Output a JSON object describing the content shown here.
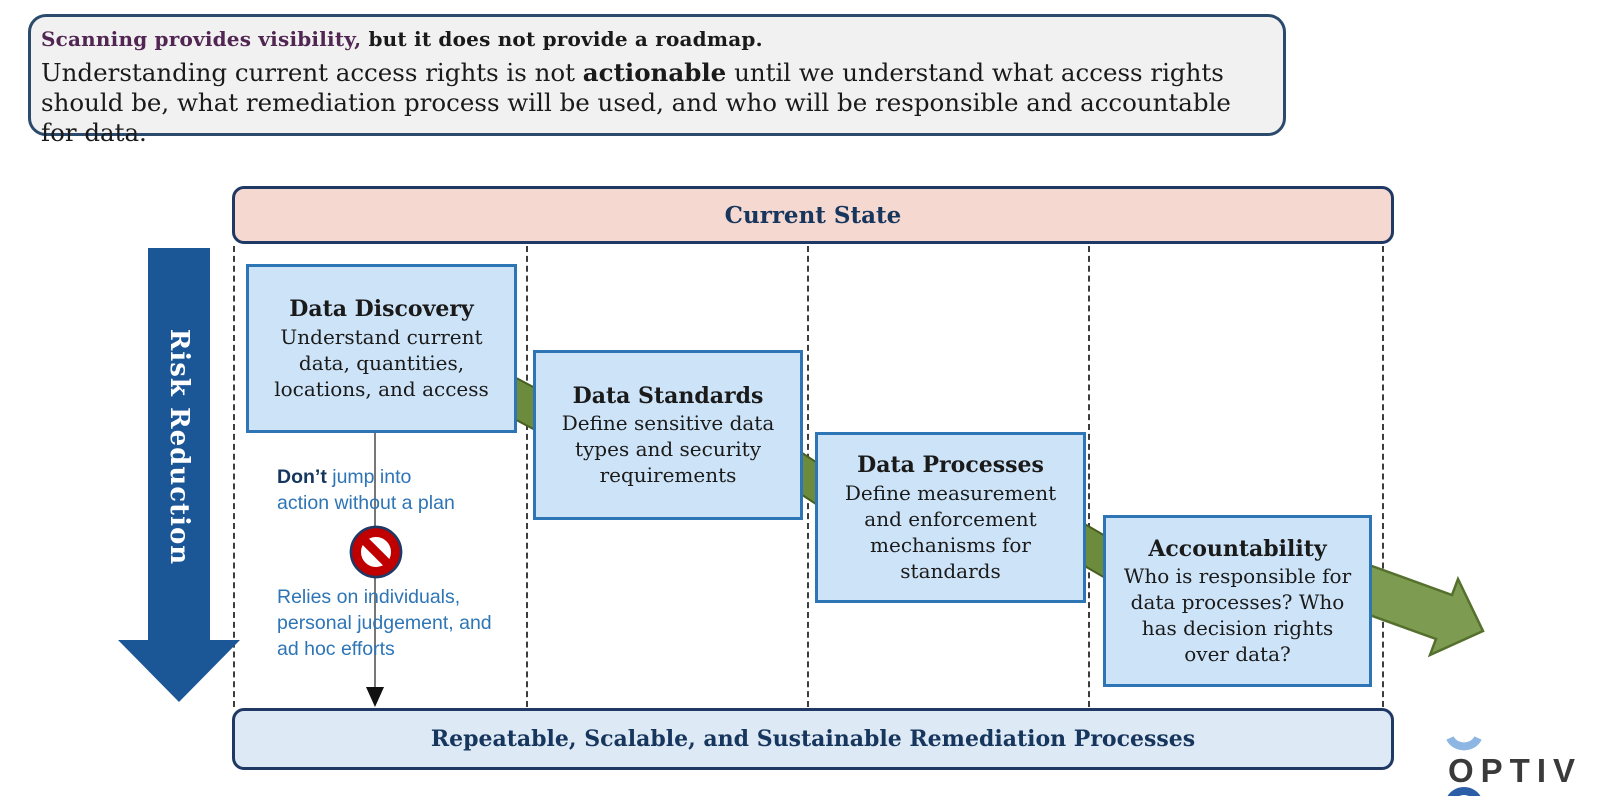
{
  "note_box": {
    "lead_highlight": "Scanning provides visibility,",
    "lead_rest": " but it does not provide a roadmap.",
    "body_before": "Understanding current access rights is not ",
    "body_bold": "actionable",
    "body_after": " until we understand what access rights should be, what remediation process will be used, and who will be responsible and accountable for data."
  },
  "current_state_bar": {
    "label": "Current State"
  },
  "risk_arrow": {
    "label": "Risk Reduction"
  },
  "stages": [
    {
      "title": "Data Discovery",
      "description": "Understand current data, quantities, locations, and access"
    },
    {
      "title": "Data Standards",
      "description": "Define sensitive data types and security requirements"
    },
    {
      "title": "Data Processes",
      "description": "Define measurement and enforcement mechanisms for standards"
    },
    {
      "title": "Accountability",
      "description": "Who is responsible for data processes? Who has decision rights over data?"
    }
  ],
  "annotations": {
    "dont_bold": "Don’t",
    "dont_rest": " jump into action without a plan",
    "relies": "Relies on individuals, personal judgement, and ad hoc efforts"
  },
  "bottom_bar": {
    "label": "Repeatable, Scalable, and Sustainable Remediation Processes"
  },
  "logo": {
    "wordmark": "OPTIV"
  },
  "colors": {
    "stage_box_fill": "#cde3f7",
    "stage_box_border": "#2e75b6",
    "current_state_fill": "#f5d8d0",
    "bottom_bar_fill": "#dde9f5",
    "navy": "#1f3864",
    "risk_arrow_blue": "#1b5697",
    "connector_green": "#6d8b3d",
    "flow_arrow_green": "#7d9c51",
    "annotation_blue": "#2e75b6",
    "prohibition_red": "#c00000",
    "note_highlight_purple": "#522653"
  }
}
